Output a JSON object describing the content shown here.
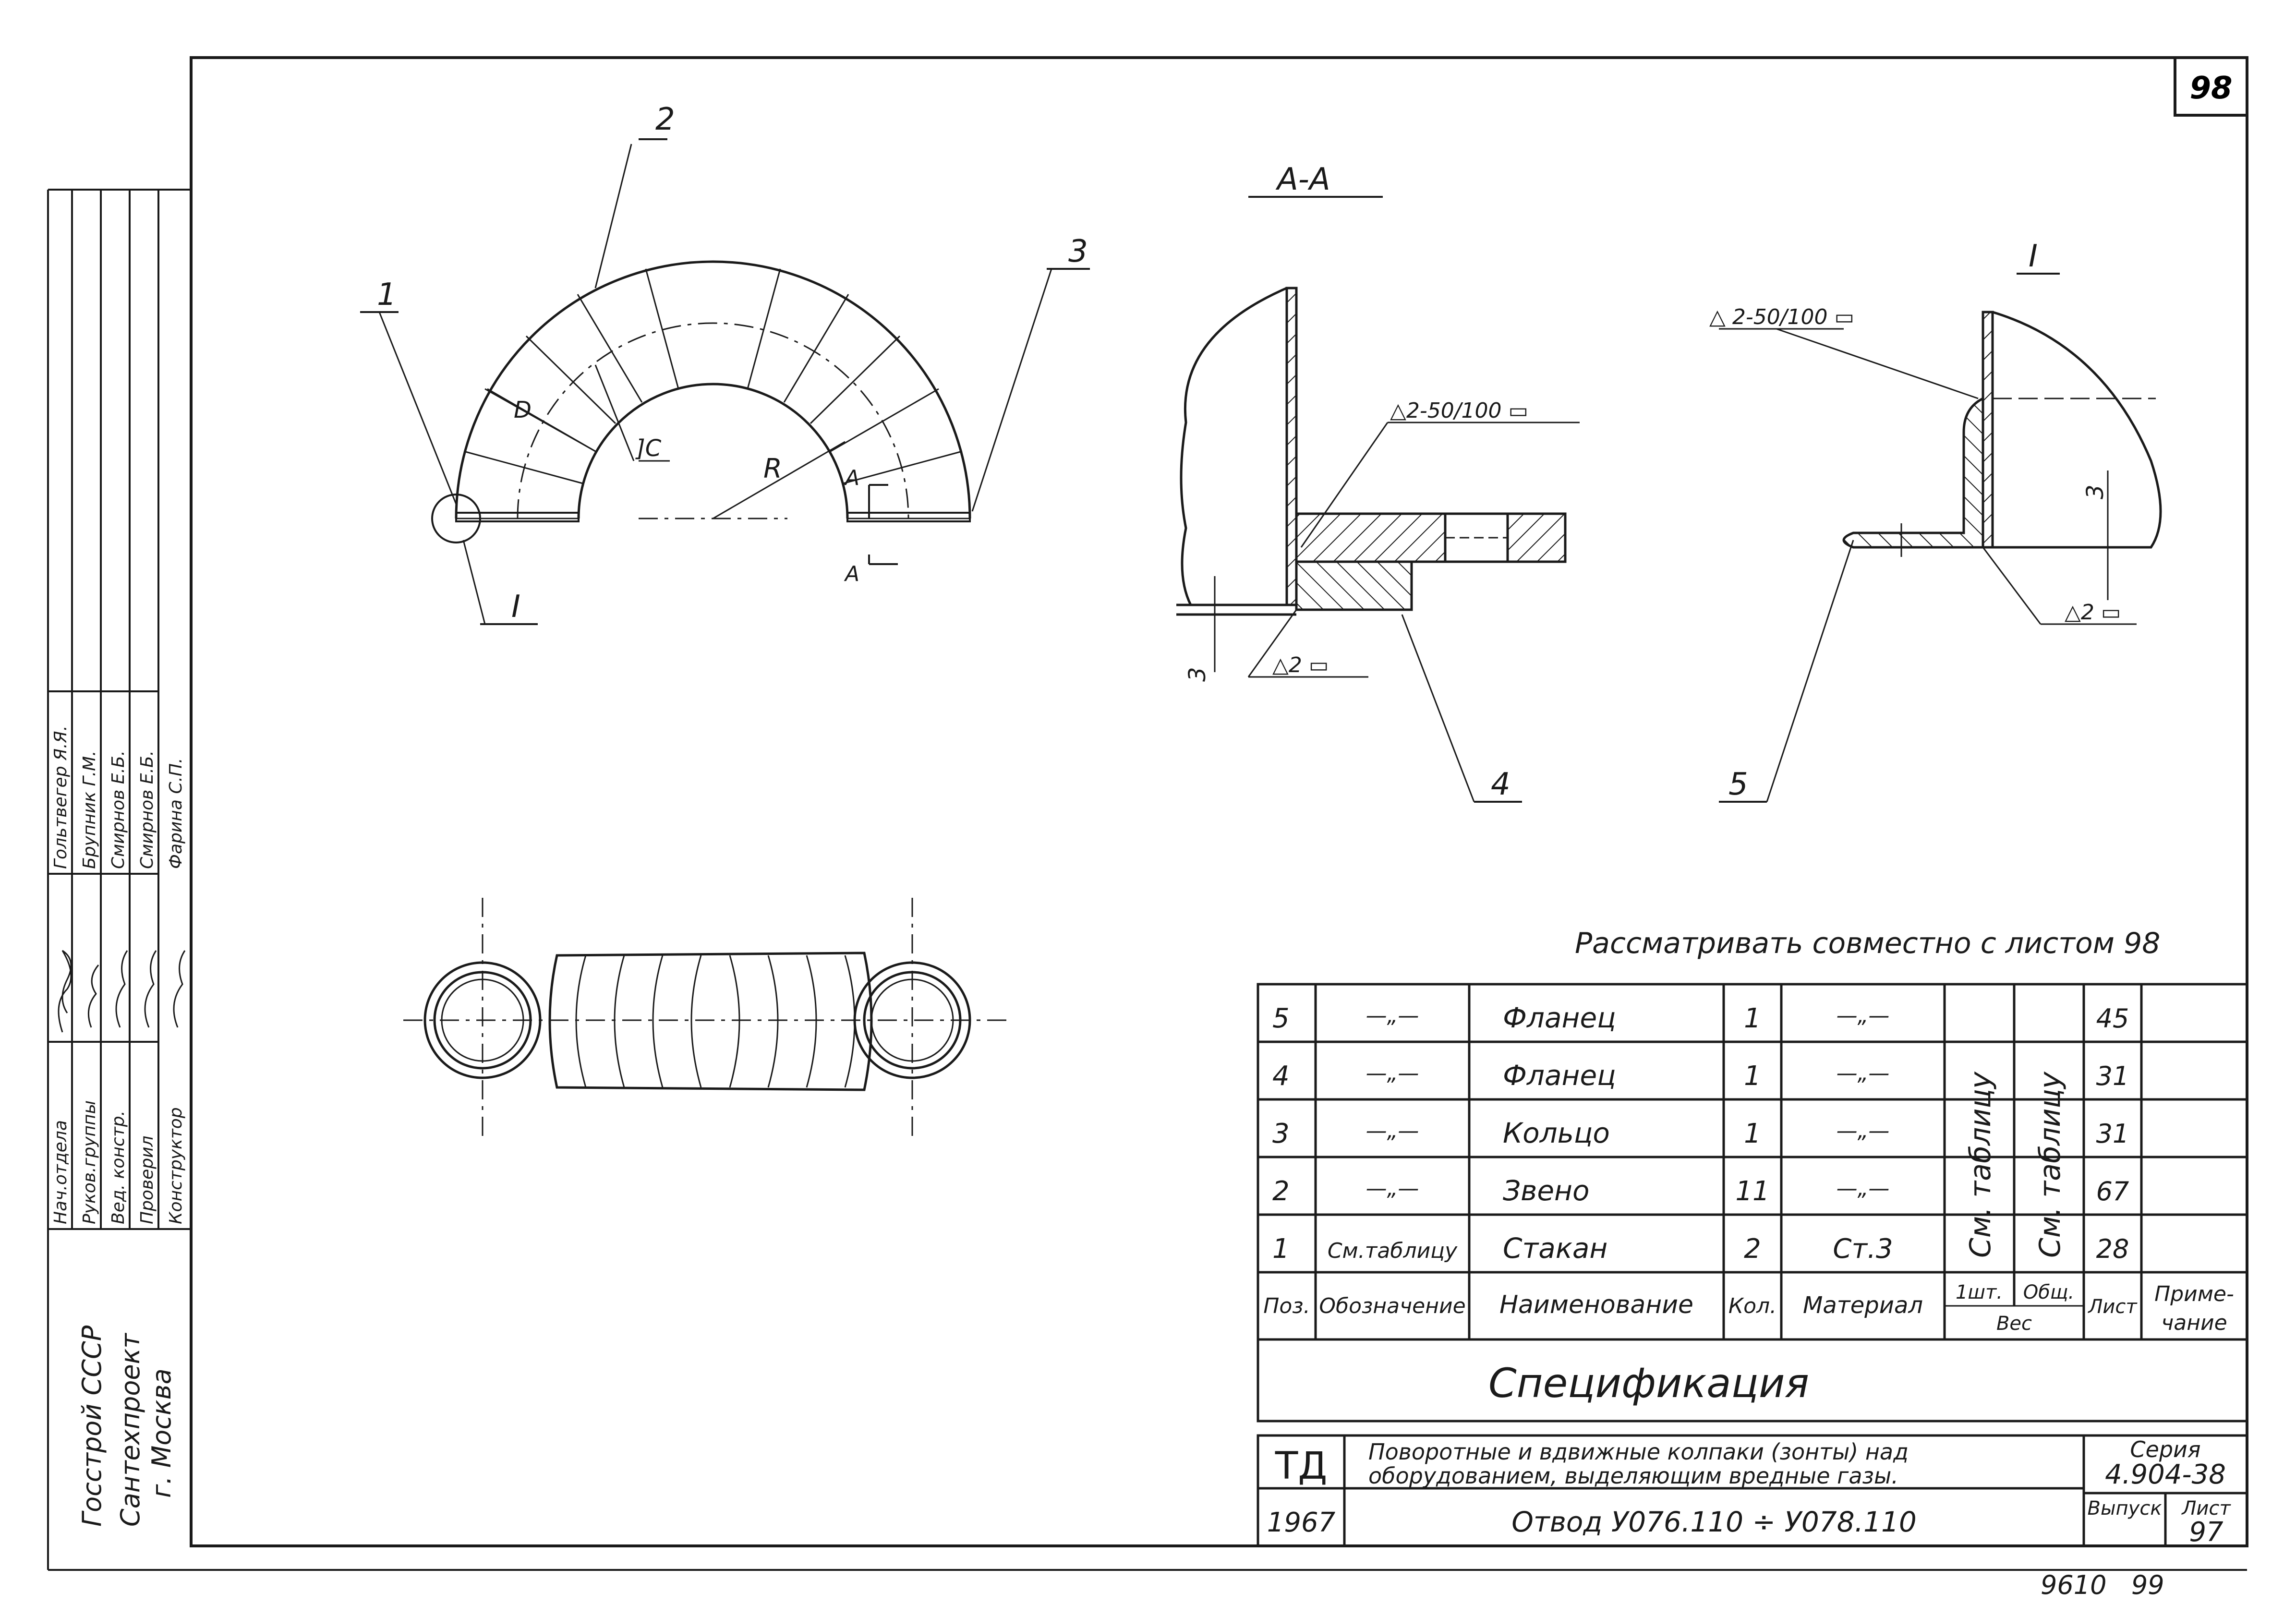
{
  "sheet_number_corner": "98",
  "view_labels": {
    "section_aa": "A-A",
    "detail_i": "I",
    "section_arrow": "A"
  },
  "callouts": {
    "pos1": "1",
    "pos2": "2",
    "pos3": "3",
    "pos4": "4",
    "pos5": "5",
    "detail_ref": "I",
    "radius": "R",
    "diameter": "D",
    "weld_link": "]C",
    "dim_3_a": "3",
    "dim_3_b": "3"
  },
  "weld_marks": {
    "aa_main": "△2-50/100 ▭",
    "aa_bottom": "△2 ▭",
    "i_top": "△ 2-50/100 ▭",
    "i_bottom": "△2 ▭"
  },
  "note": "Рассматривать совместно с листом  98",
  "stamp_left": {
    "rows": [
      {
        "role": "Нач.отдела",
        "name": "Гольтвегер Я.Я."
      },
      {
        "role": "Руков.группы",
        "name": "Брупник Г.М."
      },
      {
        "role": "Вед. констр.",
        "name": "Смирнов Е.Б."
      },
      {
        "role": "Проверил",
        "name": "Смирнов Е.Б."
      },
      {
        "role": "Конструктор",
        "name": "Фарина С.П."
      }
    ],
    "org_line1": "Госстрой  СССР",
    "org_line2": "Сантехпроект",
    "org_line3": "г. Москва"
  },
  "spec_table": {
    "rows": [
      {
        "pos": "5",
        "designation": "—„—",
        "name": "Фланец",
        "qty": "1",
        "material": "—„—",
        "sheet": "45"
      },
      {
        "pos": "4",
        "designation": "—„—",
        "name": "Фланец",
        "qty": "1",
        "material": "—„—",
        "sheet": "31"
      },
      {
        "pos": "3",
        "designation": "—„—",
        "name": "Кольцо",
        "qty": "1",
        "material": "—„—",
        "sheet": "31"
      },
      {
        "pos": "2",
        "designation": "—„—",
        "name": "Звено",
        "qty": "11",
        "material": "—„—",
        "sheet": "67"
      },
      {
        "pos": "1",
        "designation": "См.таблицу",
        "name": "Стакан",
        "qty": "2",
        "material": "Ст.3",
        "sheet": "28"
      }
    ],
    "weight_unit_merged": "См. таблицу",
    "weight_total_merged": "См. таблицу",
    "headers": {
      "pos": "Поз.",
      "designation": "Обозначение",
      "name": "Наименование",
      "qty": "Кол.",
      "material": "Материал",
      "weight_unit": "1шт.",
      "weight_total": "Общ.",
      "weight": "Вес",
      "sheet": "Лист",
      "note_1": "Приме-",
      "note_2": "чание"
    },
    "caption": "Спецификация"
  },
  "title_block": {
    "td": "ТД",
    "year": "1967",
    "title_line1": "Поворотные и вдвижные колпаки (зонты) над",
    "title_line2": "оборудованием, выделяющим вредные газы.",
    "part_name": "Отвод  У076.110 ÷ У078.110",
    "series_label": "Серия",
    "series_value": "4.904-38",
    "issue_label": "Выпуск",
    "sheet_label": "Лист",
    "sheet_value": "97"
  },
  "footer_number": "9610   99"
}
